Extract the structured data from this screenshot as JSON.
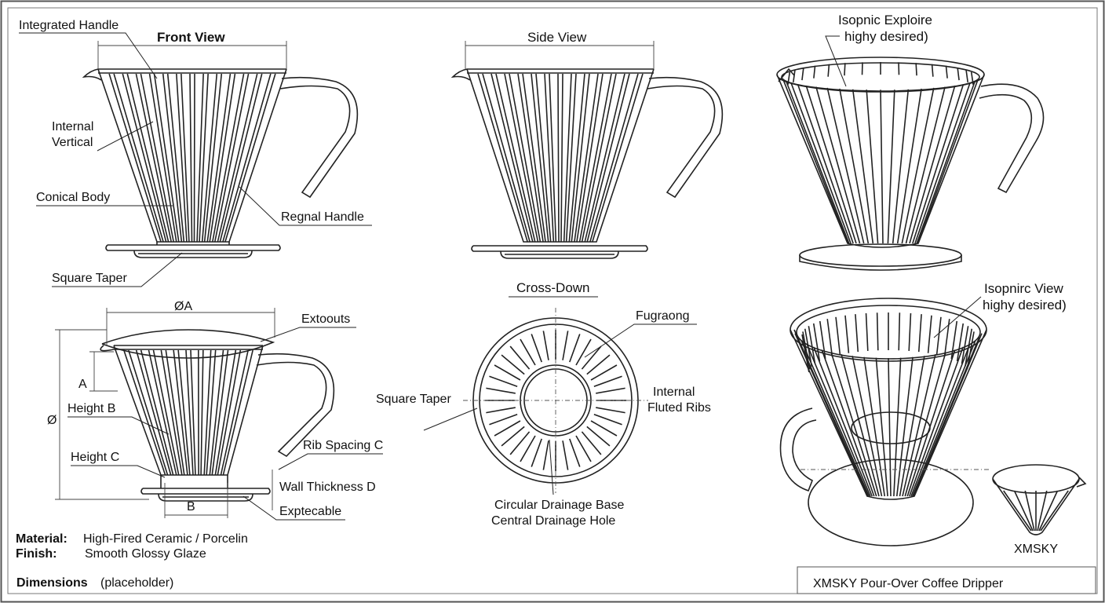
{
  "views": {
    "front": {
      "title": "Front View",
      "labels": [
        "Integrated Handle",
        "Internal",
        "Vertical",
        "Conical Body",
        "Regnal Handle",
        "Square Taper"
      ]
    },
    "side": {
      "title": "Side View"
    },
    "iso_top": {
      "title_line1": "Isopnic Exploire",
      "title_line2": "highy desired)"
    },
    "dimensioned": {
      "labels": [
        "ØA",
        "Extoouts",
        "A",
        "Ø",
        "Height B",
        "Height C",
        "Rib Spacing C",
        "Wall Thickness D",
        "Exptecable",
        "B"
      ]
    },
    "cross": {
      "title": "Cross-Down",
      "labels": [
        "Fugraong",
        "Square Taper",
        "Internal",
        "Fluted Ribs",
        "Circular Drainage Base",
        "Central Drainage Hole"
      ]
    },
    "iso_bottom": {
      "title_line1": "Isopnirc View",
      "title_line2": "highy desired)",
      "mark": "XMSKY"
    }
  },
  "specs": {
    "material_label": "Material:",
    "material_value": "High-Fired Ceramic / Porcelin",
    "finish_label": "Finish:",
    "finish_value": "Smooth Glossy Glaze",
    "dimensions_label": "Dimensions",
    "dimensions_note": "(placeholder)"
  },
  "title_block": {
    "title": "XMSKY Pour-Over Coffee Dripper"
  }
}
